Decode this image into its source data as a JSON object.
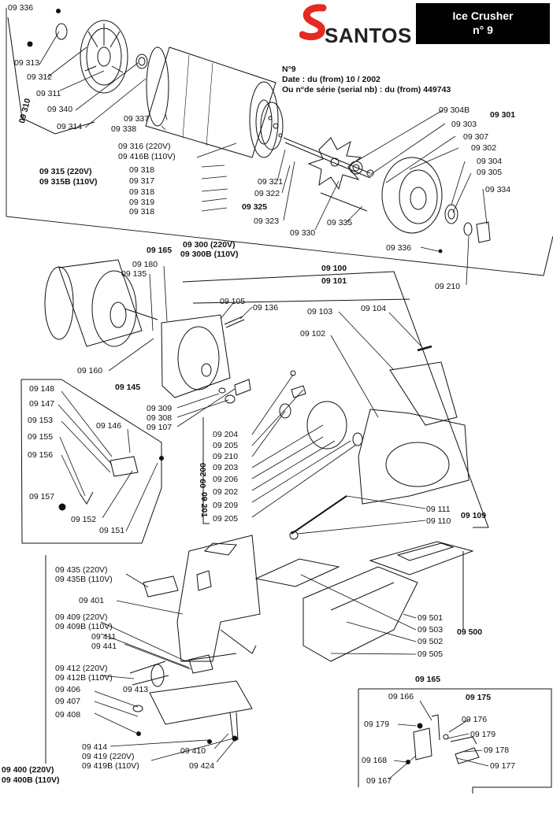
{
  "header": {
    "brand": "SANTOS",
    "brand_mark": "S",
    "title": "Ice Crusher",
    "model": "n° 9",
    "info_no": "N°9",
    "info_date": "Date : du (from) 10 / 2002",
    "info_serial": "Ou n°de série (serial nb) : du (from) 449743"
  },
  "labels": [
    {
      "id": "l1",
      "text": "09 336"
    },
    {
      "id": "l2",
      "text": "09 313"
    },
    {
      "id": "l3",
      "text": "09 312"
    },
    {
      "id": "l4",
      "text": "09 311"
    },
    {
      "id": "l5",
      "text": "09 340"
    },
    {
      "id": "l6",
      "text": "09 314"
    },
    {
      "id": "l7",
      "text": "09 337"
    },
    {
      "id": "l8",
      "text": "09 338"
    },
    {
      "id": "l9",
      "text": "09 316 (220V)"
    },
    {
      "id": "l10",
      "text": "09 416B (110V)"
    },
    {
      "id": "l11",
      "text": "09 318"
    },
    {
      "id": "l12",
      "text": "09 317"
    },
    {
      "id": "l13",
      "text": "09 318"
    },
    {
      "id": "l14",
      "text": "09 319"
    },
    {
      "id": "l15",
      "text": "09 318"
    },
    {
      "id": "l16",
      "text": "09 321"
    },
    {
      "id": "l17",
      "text": "09 322"
    },
    {
      "id": "l19",
      "text": "09 323"
    },
    {
      "id": "l20",
      "text": "09 330"
    },
    {
      "id": "l21",
      "text": "09 335"
    },
    {
      "id": "l22",
      "text": "09 304B"
    },
    {
      "id": "l23",
      "text": "09 303"
    },
    {
      "id": "l24",
      "text": "09 307"
    },
    {
      "id": "l25",
      "text": "09 302"
    },
    {
      "id": "l26",
      "text": "09 304"
    },
    {
      "id": "l27",
      "text": "09 305"
    },
    {
      "id": "l28",
      "text": "09 334"
    },
    {
      "id": "l29",
      "text": "09 336"
    },
    {
      "id": "l30",
      "text": "09 210"
    },
    {
      "id": "l31",
      "text": "09 180"
    },
    {
      "id": "l32",
      "text": "09 135"
    },
    {
      "id": "l33",
      "text": "09 105"
    },
    {
      "id": "l34",
      "text": "09 136"
    },
    {
      "id": "l35",
      "text": "09 103"
    },
    {
      "id": "l36",
      "text": "09 104"
    },
    {
      "id": "l37",
      "text": "09 102"
    },
    {
      "id": "l38",
      "text": "09 160"
    },
    {
      "id": "l40",
      "text": "09 309"
    },
    {
      "id": "l41",
      "text": "09 308"
    },
    {
      "id": "l42",
      "text": "09 107"
    },
    {
      "id": "l43",
      "text": "09 148"
    },
    {
      "id": "l44",
      "text": "09 147"
    },
    {
      "id": "l45",
      "text": "09 146"
    },
    {
      "id": "l46",
      "text": "09 153"
    },
    {
      "id": "l47",
      "text": "09 155"
    },
    {
      "id": "l48",
      "text": "09 156"
    },
    {
      "id": "l49",
      "text": "09 157"
    },
    {
      "id": "l50",
      "text": "09 152"
    },
    {
      "id": "l51",
      "text": "09 151"
    },
    {
      "id": "l52",
      "text": "09 204"
    },
    {
      "id": "l53",
      "text": "09 205"
    },
    {
      "id": "l54",
      "text": "09 210"
    },
    {
      "id": "l55",
      "text": "09 203"
    },
    {
      "id": "l56",
      "text": "09 206"
    },
    {
      "id": "l57",
      "text": "09 202"
    },
    {
      "id": "l58",
      "text": "09 209"
    },
    {
      "id": "l59",
      "text": "09 205"
    },
    {
      "id": "l60",
      "text": "09 111"
    },
    {
      "id": "l61",
      "text": "09 110"
    },
    {
      "id": "l63",
      "text": "09 435 (220V)"
    },
    {
      "id": "l64",
      "text": "09 435B (110V)"
    },
    {
      "id": "l65",
      "text": "09 401"
    },
    {
      "id": "l66",
      "text": "09 409 (220V)"
    },
    {
      "id": "l67",
      "text": "09 409B (110V)"
    },
    {
      "id": "l68",
      "text": "09 411"
    },
    {
      "id": "l69",
      "text": "09 441"
    },
    {
      "id": "l70",
      "text": "09 412 (220V)"
    },
    {
      "id": "l71",
      "text": "09 412B (110V)"
    },
    {
      "id": "l72",
      "text": "09 406"
    },
    {
      "id": "l73",
      "text": "09 413"
    },
    {
      "id": "l74",
      "text": "09 407"
    },
    {
      "id": "l75",
      "text": "09 408"
    },
    {
      "id": "l76",
      "text": "09 414"
    },
    {
      "id": "l77",
      "text": "09 419 (220V)"
    },
    {
      "id": "l78",
      "text": "09 419B (110V)"
    },
    {
      "id": "l79",
      "text": "09 410"
    },
    {
      "id": "l80",
      "text": "09 424"
    },
    {
      "id": "l81",
      "text": "09 501"
    },
    {
      "id": "l82",
      "text": "09 503"
    },
    {
      "id": "l83",
      "text": "09 502"
    },
    {
      "id": "l84",
      "text": "09 505"
    },
    {
      "id": "l86",
      "text": "09 166"
    },
    {
      "id": "l88",
      "text": "09 176"
    },
    {
      "id": "l89",
      "text": "09 179"
    },
    {
      "id": "l90",
      "text": "09 179"
    },
    {
      "id": "l91",
      "text": "09 178"
    },
    {
      "id": "l92",
      "text": "09 168"
    },
    {
      "id": "l93",
      "text": "09 177"
    },
    {
      "id": "l94",
      "text": "09 167"
    }
  ],
  "group_labels": [
    {
      "id": "g1",
      "text": "09 301"
    },
    {
      "id": "g2",
      "text": "09 315 (220V)"
    },
    {
      "id": "g3",
      "text": "09 315B (110V)"
    },
    {
      "id": "g4",
      "text": "09 325"
    },
    {
      "id": "g5",
      "text": "09 165"
    },
    {
      "id": "g6",
      "text": "09 300 (220V)"
    },
    {
      "id": "g7",
      "text": "09 300B (110V)"
    },
    {
      "id": "g8",
      "text": "09 100"
    },
    {
      "id": "g9",
      "text": "09 101"
    },
    {
      "id": "g10",
      "text": "09 145"
    },
    {
      "id": "g11",
      "text": "09 109"
    },
    {
      "id": "g12",
      "text": "09 500"
    },
    {
      "id": "g13",
      "text": "09 165"
    },
    {
      "id": "g14",
      "text": "09 175"
    },
    {
      "id": "g15",
      "text": "09 400 (220V)"
    },
    {
      "id": "g16",
      "text": "09 400B (110V)"
    }
  ],
  "vertical_labels": [
    {
      "id": "v1",
      "text": "09 310"
    },
    {
      "id": "v2",
      "text": "09 201"
    },
    {
      "id": "v3",
      "text": "09 200"
    }
  ]
}
